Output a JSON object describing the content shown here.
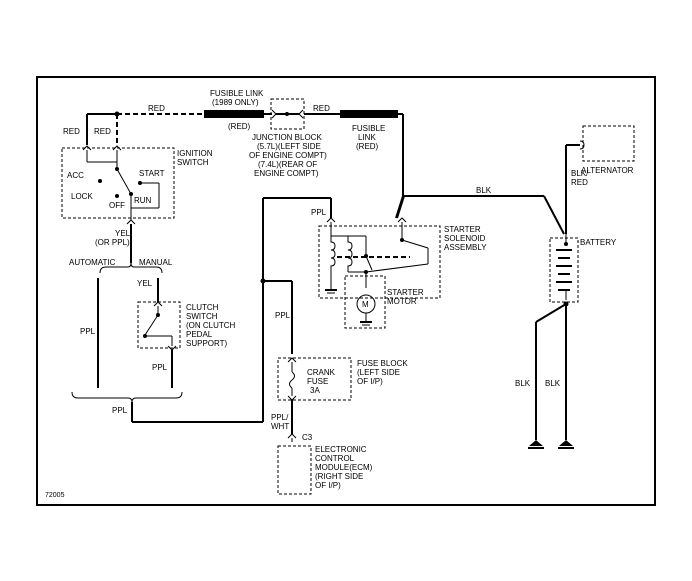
{
  "labels": {
    "fusible_link_top": "FUSIBLE LINK",
    "only_1989": "(1989 ONLY)",
    "red_left_link": "(RED)",
    "red_wire_top": "RED",
    "red_wire_right": "RED",
    "red_left1": "RED",
    "red_left2": "RED",
    "junction_block": "JUNCTION BLOCK",
    "jb_57l": "(5.7L)(LEFT SIDE",
    "jb_engine_compt": "OF ENGINE COMPT)",
    "jb_74l": "(7.4L)(REAR OF",
    "jb_engine_compt2": "ENGINE COMPT)",
    "fusible_link_right1": "FUSIBLE",
    "fusible_link_right2": "LINK",
    "fusible_link_right3": "(RED)",
    "ignition": "IGNITION",
    "switch": "SWITCH",
    "acc": "ACC",
    "lock": "LOCK",
    "off": "OFF",
    "start": "START",
    "run": "RUN",
    "yel": "YEL",
    "or_ppl": "(OR PPL)",
    "automatic": "AUTOMATIC",
    "manual": "MANUAL",
    "yel2": "YEL",
    "clutch": "CLUTCH",
    "switch2": "SWITCH",
    "on_clutch": "(ON CLUTCH",
    "pedal": "PEDAL",
    "support": "SUPPORT)",
    "ppl_left": "PPL",
    "ppl_clutch": "PPL",
    "ppl_bottom": "PPL",
    "ppl_mid": "PPL",
    "ppl_starter": "PPL",
    "blk_top": "BLK",
    "blk_red": "BLK/",
    "red_alt": "RED",
    "alternator": "ALTERNATOR",
    "starter": "STARTER",
    "solenoid": "SOLENOID",
    "assembly": "ASSEMBLY",
    "starter_motor1": "STARTER",
    "starter_motor2": "MOTOR",
    "motor_m": "M",
    "battery": "BATTERY",
    "blk_left": "BLK",
    "blk_right": "BLK",
    "fuse_block": "FUSE BLOCK",
    "fb_left_side": "(LEFT SIDE",
    "fb_of_ip": "OF I/P)",
    "crank": "CRANK",
    "fuse": "FUSE",
    "fuse_amp": "3A",
    "ppl_wht1": "PPL/",
    "ppl_wht2": "WHT",
    "c3": "C3",
    "electronic": "ELECTRONIC",
    "control": "CONTROL",
    "module_ecm": "MODULE(ECM)",
    "right_side": "(RIGHT SIDE",
    "of_ip": "OF I/P)",
    "figure_number": "72005"
  }
}
